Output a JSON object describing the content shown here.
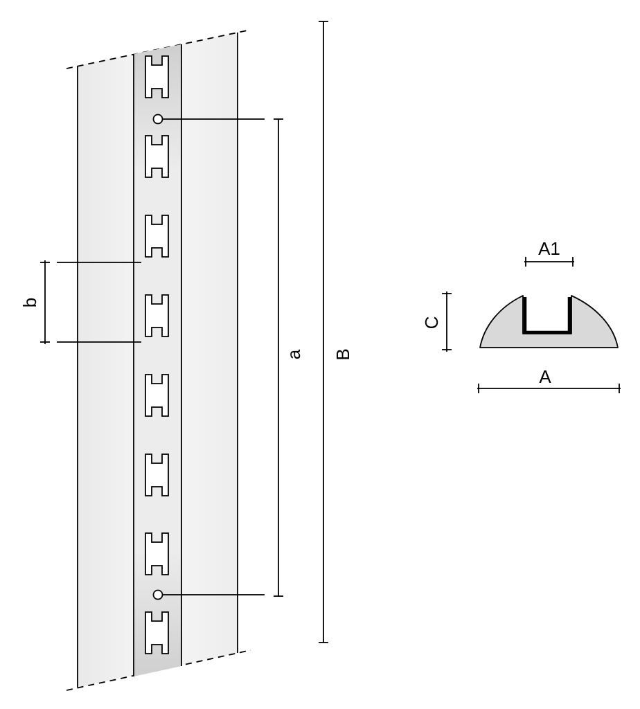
{
  "labels": {
    "a": "a",
    "b": "b",
    "B": "B",
    "A": "A",
    "A1": "A1",
    "C": "C"
  },
  "colors": {
    "line": "#000000",
    "panel_fill": "#f2f2f2",
    "strip_fill": "#e0e0e0",
    "profile_fill": "#d9d9d9",
    "background": "#ffffff"
  }
}
